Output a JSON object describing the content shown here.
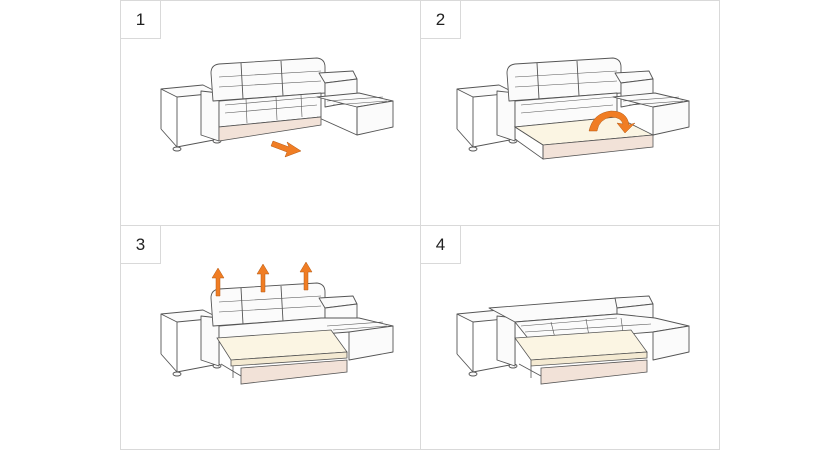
{
  "steps": [
    {
      "number": "1",
      "label": "",
      "action": "pull-out-drawer"
    },
    {
      "number": "2",
      "label": "",
      "action": "fold-out-cushion"
    },
    {
      "number": "3",
      "label": "",
      "action": "lift-back-cushions"
    },
    {
      "number": "4",
      "label": "",
      "action": "bed-unfolded"
    }
  ],
  "colors": {
    "outline": "#555555",
    "cushion": "#fbfbfb",
    "drawer": "#f2e2d8",
    "mattress": "#fbf5e3",
    "arrow": "#f07d24",
    "border": "#d9d9d9"
  }
}
